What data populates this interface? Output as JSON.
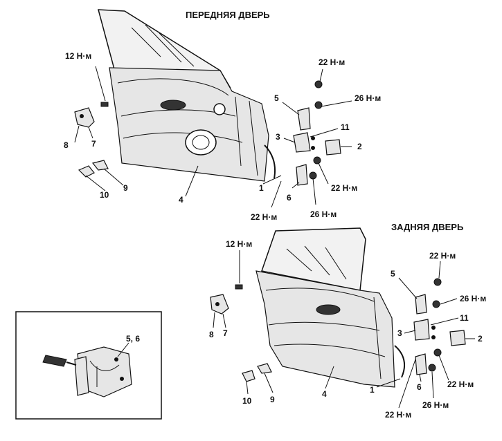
{
  "titles": {
    "front": "ПЕРЕДНЯЯ ДВЕРЬ",
    "rear": "ЗАДНЯЯ ДВЕРЬ"
  },
  "front": {
    "torque_12": "12 Н·м",
    "torque_22_top": "22 Н·м",
    "torque_26_top": "26 Н·м",
    "torque_22_mid": "22 Н·м",
    "torque_26_bottom": "26 Н·м",
    "torque_22_bottom": "22 Н·м",
    "n1": "1",
    "n2": "2",
    "n3": "3",
    "n4": "4",
    "n5": "5",
    "n6": "6",
    "n7": "7",
    "n8": "8",
    "n9": "9",
    "n10": "10",
    "n11": "11"
  },
  "rear": {
    "torque_12": "12 Н·м",
    "torque_22_top": "22 Н·м",
    "torque_26_top": "26 Н·м",
    "torque_22_mid": "22 Н·м",
    "torque_26_bottom": "26 Н·м",
    "torque_22_bottom": "22 Н·м",
    "n1": "1",
    "n2": "2",
    "n3": "3",
    "n4": "4",
    "n5": "5",
    "n6": "6",
    "n7": "7",
    "n8": "8",
    "n9": "9",
    "n10": "10",
    "n11": "11"
  },
  "inset": {
    "label": "5, 6"
  }
}
